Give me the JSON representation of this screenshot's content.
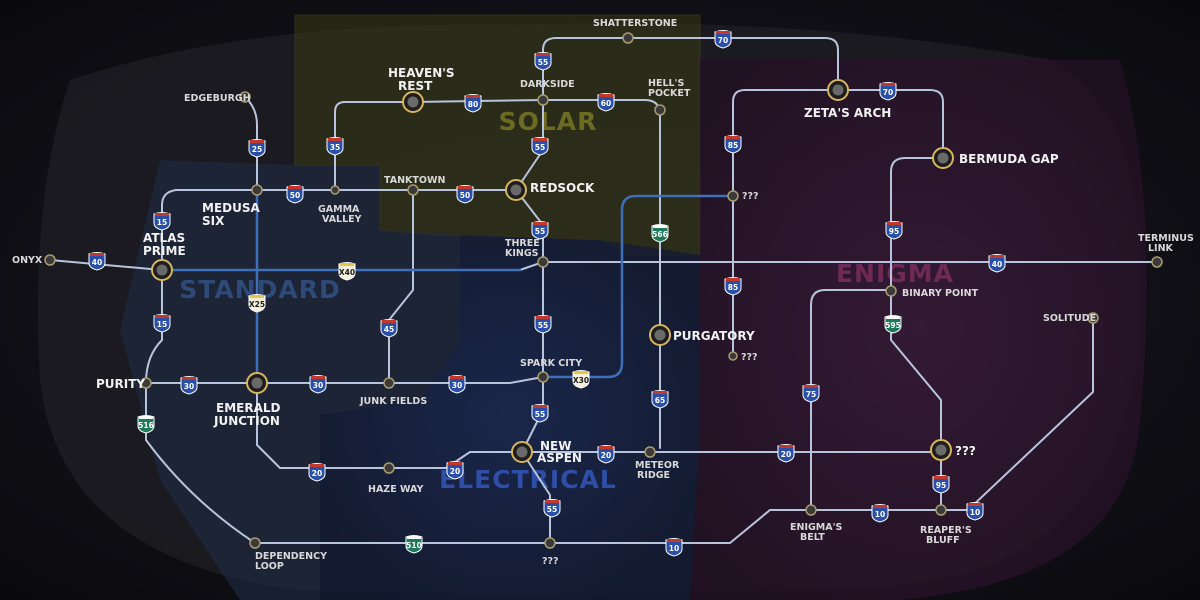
{
  "regions": [
    {
      "id": "solar",
      "name": "SOLAR",
      "color": "#6a6a1e"
    },
    {
      "id": "standard",
      "name": "STANDARD",
      "color": "#2a4a7a"
    },
    {
      "id": "electrical",
      "name": "ELECTRICAL",
      "color": "#2f4fa8"
    },
    {
      "id": "enigma",
      "name": "ENIGMA",
      "color": "#7a2a5a"
    }
  ],
  "nodes": [
    {
      "id": "onyx",
      "label": "ONYX",
      "type": "minor"
    },
    {
      "id": "atlas-prime",
      "label": "ATLAS PRIME",
      "type": "major"
    },
    {
      "id": "medusa-six",
      "label": "MEDUSA SIX",
      "type": "minor"
    },
    {
      "id": "edgeburgh",
      "label": "EDGEBURGH",
      "type": "minor"
    },
    {
      "id": "gamma-valley",
      "label": "GAMMA VALLEY",
      "type": "minor"
    },
    {
      "id": "heavens-rest",
      "label": "HEAVEN'S REST",
      "type": "major"
    },
    {
      "id": "darkside",
      "label": "DARKSIDE",
      "type": "minor"
    },
    {
      "id": "shatterstone",
      "label": "SHATTERSTONE",
      "type": "minor"
    },
    {
      "id": "hells-pocket",
      "label": "HELL'S POCKET",
      "type": "minor"
    },
    {
      "id": "zetas-arch",
      "label": "ZETA'S ARCH",
      "type": "major"
    },
    {
      "id": "bermuda-gap",
      "label": "BERMUDA GAP",
      "type": "major"
    },
    {
      "id": "tanktown",
      "label": "TANKTOWN",
      "type": "minor"
    },
    {
      "id": "redsock",
      "label": "REDSOCK",
      "type": "major"
    },
    {
      "id": "unknown-1",
      "label": "???",
      "type": "minor"
    },
    {
      "id": "three-kings",
      "label": "THREE KINGS",
      "type": "minor"
    },
    {
      "id": "terminus-link",
      "label": "TERMINUS LINK",
      "type": "minor"
    },
    {
      "id": "binary-point",
      "label": "BINARY POINT",
      "type": "minor"
    },
    {
      "id": "solitude",
      "label": "SOLITUDE",
      "type": "minor"
    },
    {
      "id": "purgatory",
      "label": "PURGATORY",
      "type": "major"
    },
    {
      "id": "unknown-2",
      "label": "???",
      "type": "minor"
    },
    {
      "id": "purity",
      "label": "PURITY",
      "type": "minor"
    },
    {
      "id": "emerald-junction",
      "label": "EMERALD JUNCTION",
      "type": "major"
    },
    {
      "id": "junk-fields",
      "label": "JUNK FIELDS",
      "type": "minor"
    },
    {
      "id": "spark-city",
      "label": "SPARK CITY",
      "type": "minor"
    },
    {
      "id": "new-aspen",
      "label": "NEW ASPEN",
      "type": "major"
    },
    {
      "id": "meteor-ridge",
      "label": "METEOR RIDGE",
      "type": "minor"
    },
    {
      "id": "unknown-3",
      "label": "???",
      "type": "major"
    },
    {
      "id": "haze-way",
      "label": "HAZE WAY",
      "type": "minor"
    },
    {
      "id": "enigmas-belt",
      "label": "ENIGMA'S BELT",
      "type": "minor"
    },
    {
      "id": "reapers-bluff",
      "label": "REAPER'S BLUFF",
      "type": "minor"
    },
    {
      "id": "dependency-loop",
      "label": "DEPENDENCY LOOP",
      "type": "minor"
    },
    {
      "id": "unknown-4",
      "label": "???",
      "type": "minor"
    }
  ],
  "routes": [
    {
      "id": "i40-west",
      "shield": "40",
      "kind": "interstate"
    },
    {
      "id": "i15-north",
      "shield": "15",
      "kind": "interstate"
    },
    {
      "id": "i15-south",
      "shield": "15",
      "kind": "interstate"
    },
    {
      "id": "i25",
      "shield": "25",
      "kind": "interstate"
    },
    {
      "id": "i50-a",
      "shield": "50",
      "kind": "interstate"
    },
    {
      "id": "i35",
      "shield": "35",
      "kind": "interstate"
    },
    {
      "id": "i80",
      "shield": "80",
      "kind": "interstate"
    },
    {
      "id": "i55-top",
      "shield": "55",
      "kind": "interstate"
    },
    {
      "id": "i70-top",
      "shield": "70",
      "kind": "interstate"
    },
    {
      "id": "i60",
      "shield": "60",
      "kind": "interstate"
    },
    {
      "id": "i55-b",
      "shield": "55",
      "kind": "interstate"
    },
    {
      "id": "i50-b",
      "shield": "50",
      "kind": "interstate"
    },
    {
      "id": "i85-a",
      "shield": "85",
      "kind": "interstate"
    },
    {
      "id": "i70-right",
      "shield": "70",
      "kind": "interstate"
    },
    {
      "id": "s66",
      "shield": "566",
      "kind": "state"
    },
    {
      "id": "i55-c",
      "shield": "55",
      "kind": "interstate"
    },
    {
      "id": "i95-a",
      "shield": "95",
      "kind": "interstate"
    },
    {
      "id": "x40",
      "shield": "X40",
      "kind": "express"
    },
    {
      "id": "i40-east",
      "shield": "40",
      "kind": "interstate"
    },
    {
      "id": "i85-b",
      "shield": "85",
      "kind": "interstate"
    },
    {
      "id": "x25",
      "shield": "X25",
      "kind": "express"
    },
    {
      "id": "i45",
      "shield": "45",
      "kind": "interstate"
    },
    {
      "id": "i55-d",
      "shield": "55",
      "kind": "interstate"
    },
    {
      "id": "s95",
      "shield": "595",
      "kind": "state"
    },
    {
      "id": "i30-a",
      "shield": "30",
      "kind": "interstate"
    },
    {
      "id": "i30-b",
      "shield": "30",
      "kind": "interstate"
    },
    {
      "id": "i30-c",
      "shield": "30",
      "kind": "interstate"
    },
    {
      "id": "x30",
      "shield": "X30",
      "kind": "express"
    },
    {
      "id": "s16",
      "shield": "516",
      "kind": "state"
    },
    {
      "id": "i75",
      "shield": "75",
      "kind": "interstate"
    },
    {
      "id": "i65",
      "shield": "65",
      "kind": "interstate"
    },
    {
      "id": "i55-e",
      "shield": "55",
      "kind": "interstate"
    },
    {
      "id": "i20-a",
      "shield": "20",
      "kind": "interstate"
    },
    {
      "id": "i20-b",
      "shield": "20",
      "kind": "interstate"
    },
    {
      "id": "i20-c",
      "shield": "20",
      "kind": "interstate"
    },
    {
      "id": "i20-d",
      "shield": "20",
      "kind": "interstate"
    },
    {
      "id": "i95-b",
      "shield": "95",
      "kind": "interstate"
    },
    {
      "id": "i55-f",
      "shield": "55",
      "kind": "interstate"
    },
    {
      "id": "s10",
      "shield": "510",
      "kind": "state"
    },
    {
      "id": "i10-a",
      "shield": "10",
      "kind": "interstate"
    },
    {
      "id": "i10-b",
      "shield": "10",
      "kind": "interstate"
    },
    {
      "id": "i10-c",
      "shield": "10",
      "kind": "interstate"
    }
  ]
}
